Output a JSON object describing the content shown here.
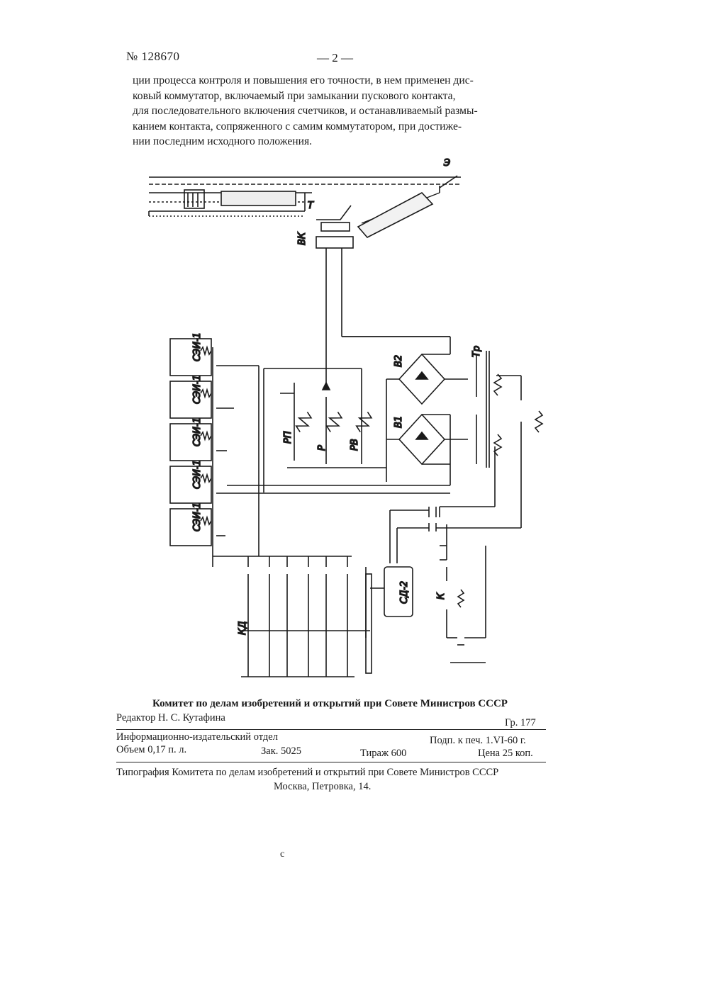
{
  "header": {
    "patent_number": "№ 128670",
    "page_number": "— 2 —"
  },
  "body_lines": [
    "ции процесса контроля и повышения его точности, в нем применен дис-",
    "ковый коммутатор, включаемый при замыкании пускового контакта,",
    "для последовательного включения счетчиков, и останавливаемый размы-",
    "канием контакта, сопряженного с самим коммутатором, при достиже-",
    "нии последним исходного положения."
  ],
  "figure": {
    "labels": {
      "vk": "ВК",
      "tr": "Тр",
      "v1": "В1",
      "v2": "В2",
      "rp": "РП",
      "p": "Р",
      "rv": "РВ",
      "sd2": "СД-2",
      "k": "К",
      "kd": "КД",
      "t": "Т",
      "e": "Э",
      "sei": "СЭИ-1"
    }
  },
  "imprint": {
    "committee": "Комитет по делам изобретений и открытий при Совете Министров СССР",
    "editor": "Редактор Н. С. Кутафина",
    "group": "Гр. 177",
    "department": "Информационно-издательский отдел",
    "signed": "Подп. к печ. 1.VI-60 г.",
    "volume": "Объем 0,17 п. л.",
    "order": "Зак. 5025",
    "circulation": "Тираж 600",
    "price": "Цена 25 коп.",
    "printer": "Типография Комитета по делам изобретений и открытий при Совете Министров СССР",
    "address": "Москва, Петровка, 14."
  },
  "footer_mark": "с"
}
